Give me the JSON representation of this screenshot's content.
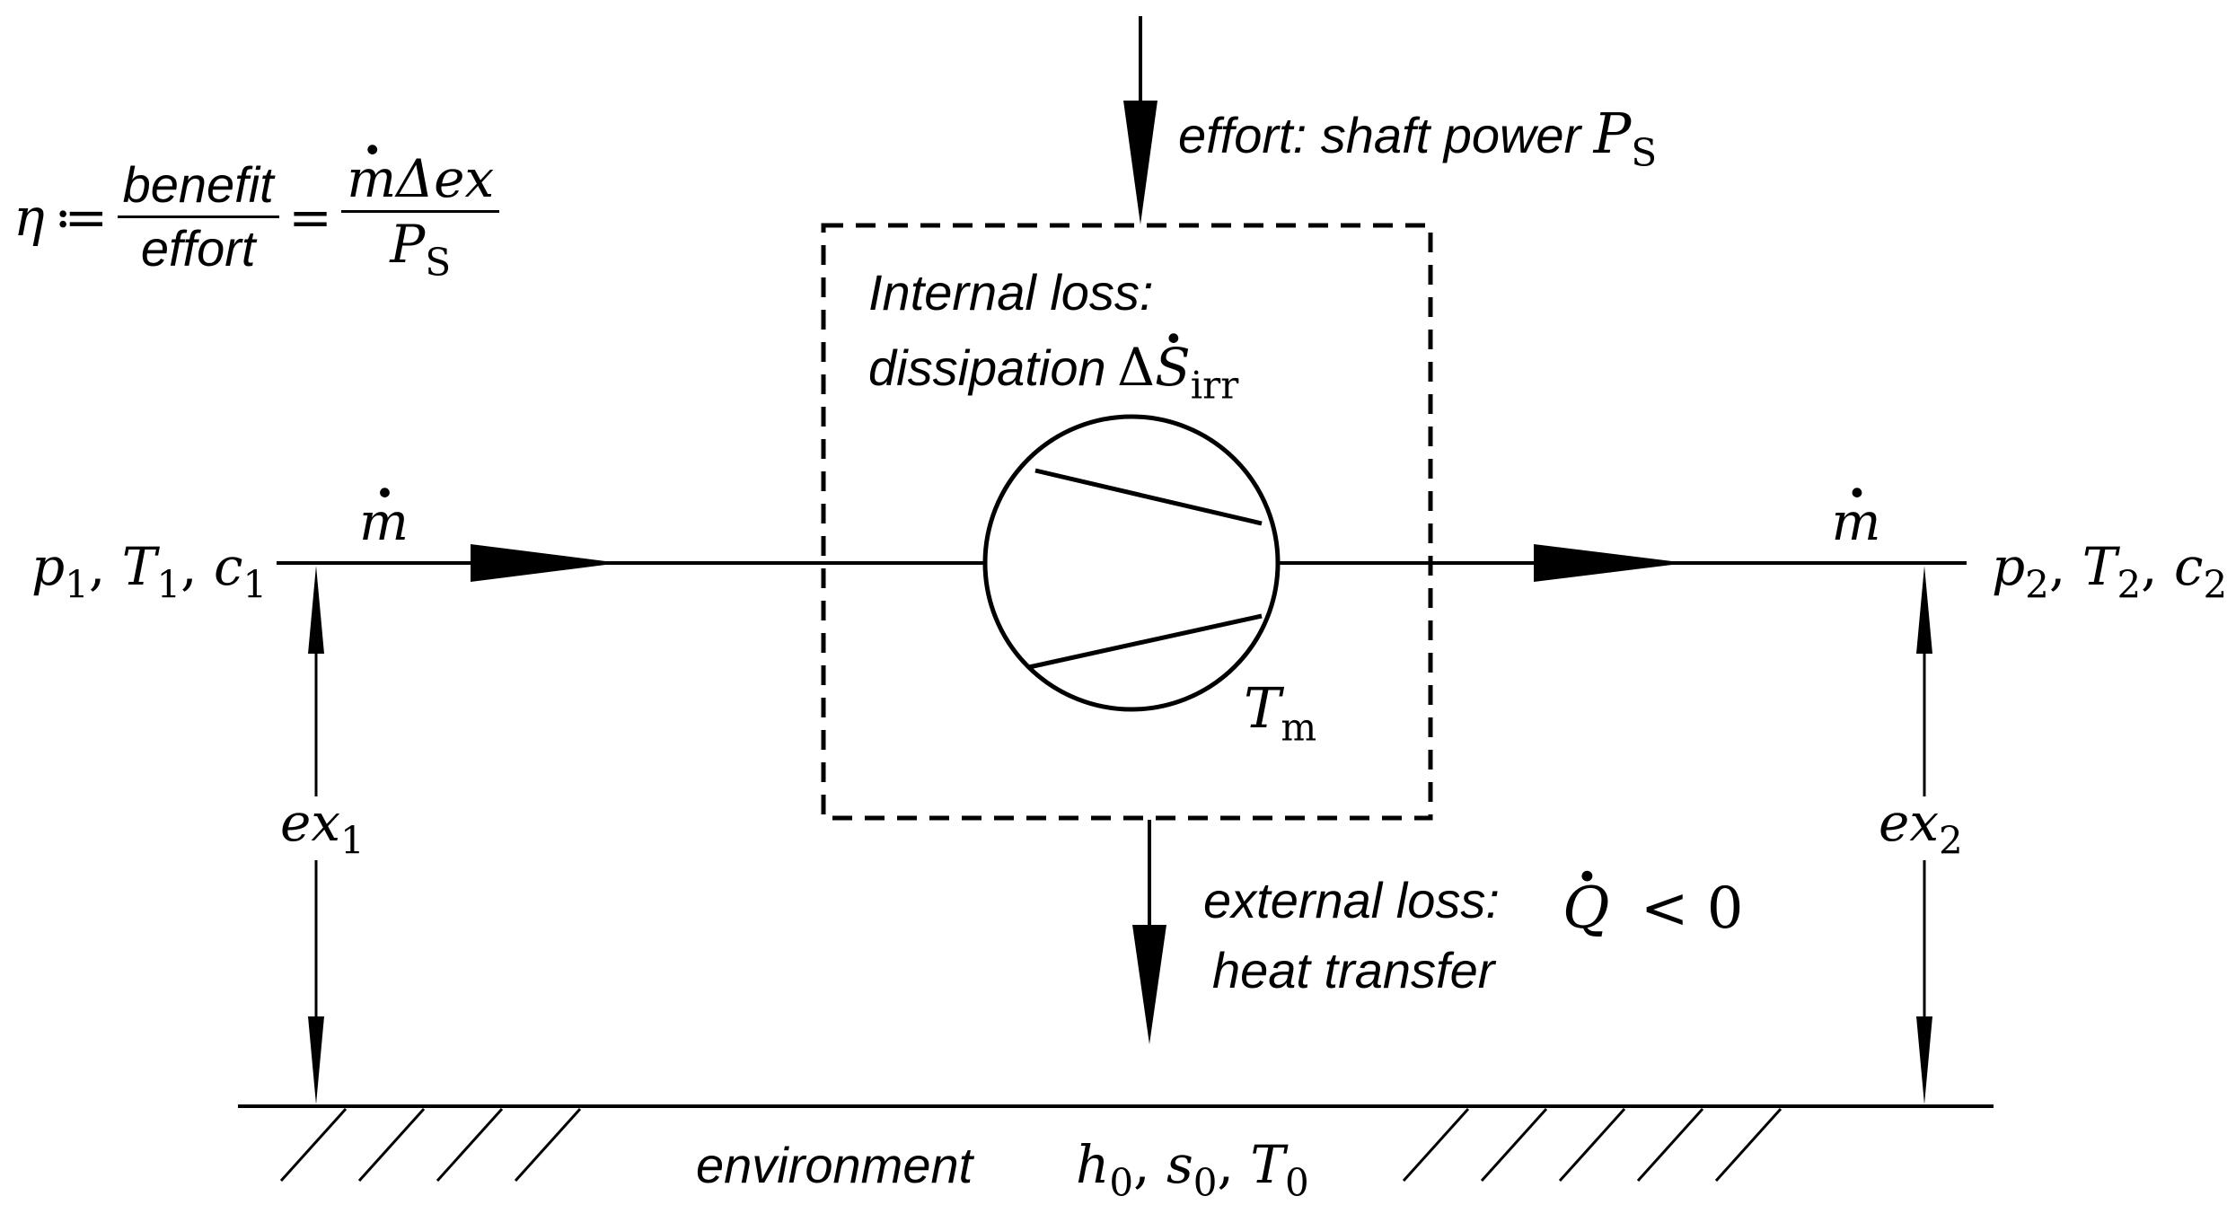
{
  "efficiency": {
    "eta": "η",
    "defeq": "≔",
    "benefit": "benefit",
    "effort": "effort",
    "eq": "=",
    "mdot": "m",
    "delta_ex": "Δex",
    "P": "P",
    "P_sub": "S"
  },
  "shaft_power": {
    "label": "effort: shaft power",
    "P": "P",
    "P_sub": "S"
  },
  "internal_loss": {
    "line1": "Internal loss:",
    "line2": "dissipation",
    "delta": "Δ",
    "S": "S",
    "S_sub": "irr"
  },
  "inlet": {
    "mdot": "m",
    "state": {
      "p": "p",
      "p_sub": "1",
      "sep1": ", ",
      "T": "T",
      "T_sub": "1",
      "sep2": ", ",
      "c": "c",
      "c_sub": "1"
    },
    "ex": "ex",
    "ex_sub": "1"
  },
  "outlet": {
    "mdot": "m",
    "state": {
      "p": "p",
      "p_sub": "2",
      "sep1": ", ",
      "T": "T",
      "T_sub": "2",
      "sep2": ", ",
      "c": "c",
      "c_sub": "2"
    },
    "ex": "ex",
    "ex_sub": "2"
  },
  "machine": {
    "T": "T",
    "T_sub": "m"
  },
  "external_loss": {
    "line1": "external loss:",
    "line2": "heat transfer",
    "Q": "Q",
    "relation": "< 0"
  },
  "environment": {
    "label": "environment",
    "h": "h",
    "h_sub": "0",
    "sep1": ", ",
    "s": "s",
    "s_sub": "0",
    "sep2": ", ",
    "T": "T",
    "T_sub": "0"
  }
}
